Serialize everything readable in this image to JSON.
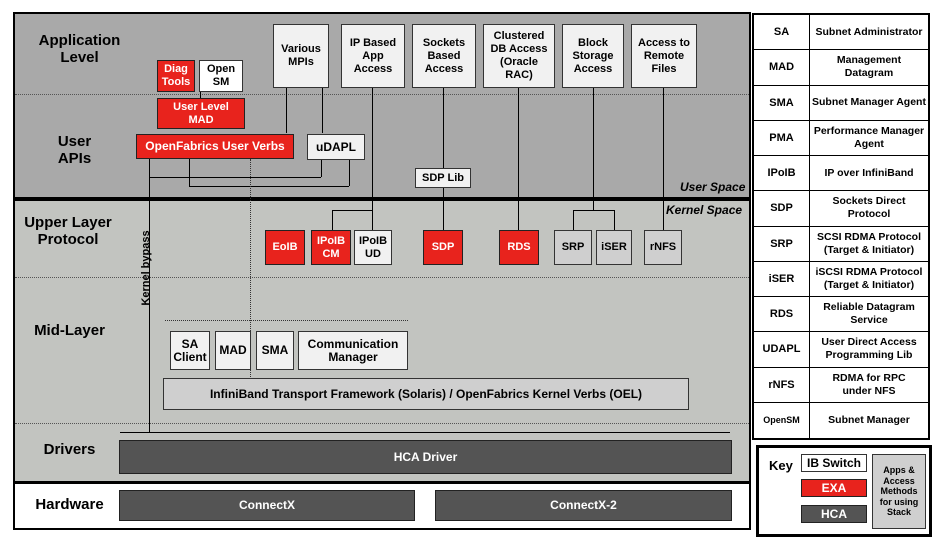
{
  "layers": {
    "application": "Application\nLevel",
    "user_apis": "User\nAPIs",
    "upper_layer": "Upper Layer\nProtocol",
    "mid_layer": "Mid-Layer",
    "drivers": "Drivers",
    "hardware": "Hardware"
  },
  "space_labels": {
    "user": "User Space",
    "kernel": "Kernel Space",
    "bypass": "Kernel bypass"
  },
  "apps": {
    "diag_tools": "Diag\nTools",
    "open_sm": "Open\nSM",
    "various_mpis": "Various\nMPIs",
    "ip_based": "IP Based\nApp\nAccess",
    "sockets": "Sockets\nBased\nAccess",
    "clustered_db": "Clustered\nDB Access\n(Oracle RAC)",
    "block_storage": "Block\nStorage\nAccess",
    "remote_files": "Access to\nRemote\nFiles"
  },
  "user_api": {
    "user_level_mad": "User Level\nMAD",
    "user_verbs": "OpenFabrics User Verbs",
    "udapl": "uDAPL",
    "sdp_lib": "SDP Lib"
  },
  "ulp": {
    "eoib": "EoIB",
    "ipoib_cm": "IPoIB\nCM",
    "ipoib_ud": "IPoIB\nUD",
    "sdp": "SDP",
    "rds": "RDS",
    "srp": "SRP",
    "iser": "iSER",
    "rnfs": "rNFS"
  },
  "mid": {
    "sa_client": "SA\nClient",
    "mad": "MAD",
    "sma": "SMA",
    "comm_mgr": "Communication\nManager",
    "transport": "InfiniBand Transport Framework (Solaris) / OpenFabrics Kernel Verbs (OEL)"
  },
  "drivers": {
    "hca_driver": "HCA Driver"
  },
  "hardware": {
    "connectx": "ConnectX",
    "connectx2": "ConnectX-2"
  },
  "glossary": [
    {
      "abbr": "SA",
      "desc": "Subnet Administrator"
    },
    {
      "abbr": "MAD",
      "desc": "Management\nDatagram"
    },
    {
      "abbr": "SMA",
      "desc": "Subnet Manager Agent"
    },
    {
      "abbr": "PMA",
      "desc": "Performance Manager\nAgent"
    },
    {
      "abbr": "IPoIB",
      "desc": "IP over InfiniBand"
    },
    {
      "abbr": "SDP",
      "desc": "Sockets Direct\nProtocol"
    },
    {
      "abbr": "SRP",
      "desc": "SCSI RDMA Protocol\n(Target & Initiator)"
    },
    {
      "abbr": "iSER",
      "desc": "iSCSI RDMA Protocol\n(Target & Initiator)"
    },
    {
      "abbr": "RDS",
      "desc": "Reliable Datagram\nService"
    },
    {
      "abbr": "UDAPL",
      "desc": "User Direct Access\nProgramming Lib"
    },
    {
      "abbr": "rNFS",
      "desc": "RDMA for RPC\nunder NFS"
    },
    {
      "abbr": "OpenSM",
      "desc": "Subnet Manager"
    }
  ],
  "key": {
    "title": "Key",
    "ib_switch": "IB Switch",
    "exa": "EXA",
    "hca": "HCA",
    "apps_note": "Apps &\nAccess\nMethods\nfor using\nStack"
  },
  "colors": {
    "red": "#e8231d",
    "dark": "#545454",
    "user_band": "#a9a9a9",
    "kernel_band": "#c2c4c0"
  }
}
